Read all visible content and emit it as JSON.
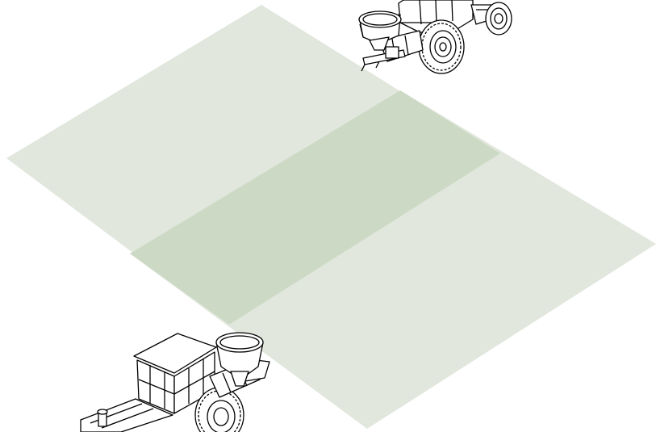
{
  "diagram": {
    "type": "spreader-overlap-illustration",
    "field_colors": {
      "pass_a": "#e1e7dd",
      "pass_b": "#e1e7dd",
      "overlap": "#ccd9c4"
    },
    "line_color": "#000000",
    "tractors": [
      {
        "name": "top-tractor",
        "equipment": "fertilizer-spreader-hopper",
        "orientation": "rear-view-right"
      },
      {
        "name": "bottom-tractor",
        "equipment": "fertilizer-spreader-hopper",
        "orientation": "front-view-left"
      }
    ]
  }
}
